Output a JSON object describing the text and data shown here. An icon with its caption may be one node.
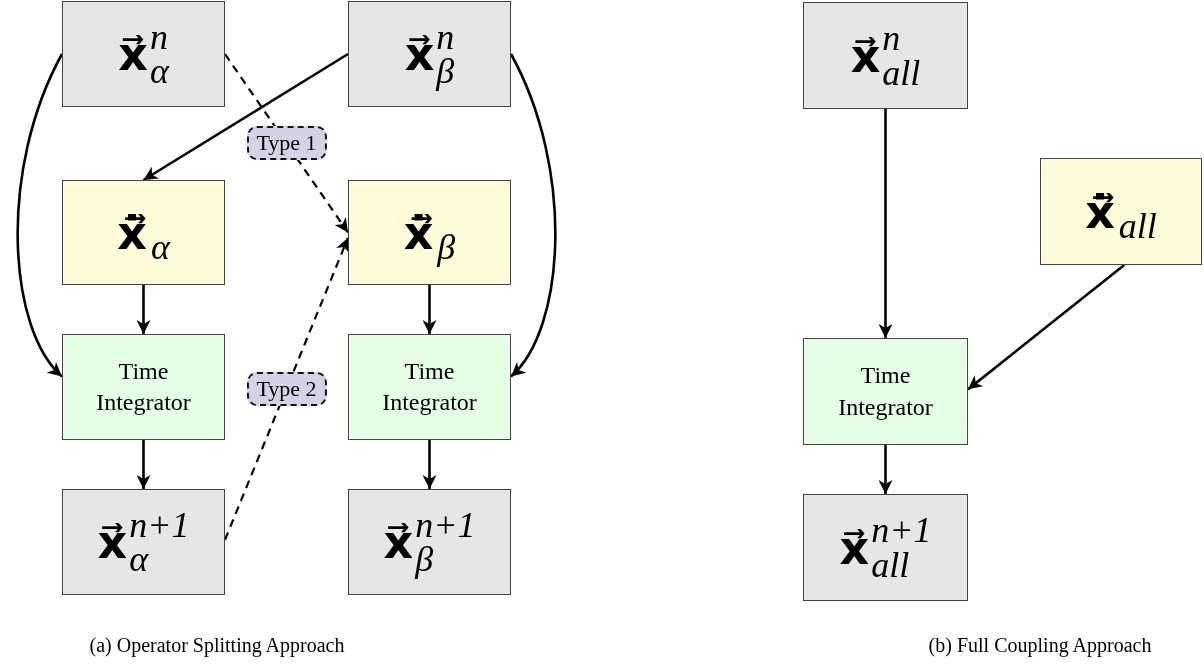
{
  "diagram": {
    "nodes": [
      {
        "text": [
          "**x⃗**$^{n}$$_{α}$"
        ]
      },
      {
        "text": [
          "**x⃗**$^{n}$$_{β}$"
        ]
      },
      {
        "text": [
          "**ẋ⃗**$_{α}$"
        ]
      },
      {
        "text": [
          "**ẋ⃗**$_{β}$"
        ]
      },
      {
        "text": [
          "Time Integrator"
        ]
      },
      {
        "text": [
          "Time Integrator"
        ]
      },
      {
        "text": [
          "**x⃗**$^{n+1}$$_{α}$"
        ]
      },
      {
        "text": [
          "**x⃗**$^{n+1}$$_{β}$"
        ]
      },
      {
        "text": [
          "**x⃗**$^{n}$$_{all}$"
        ]
      },
      {
        "text": [
          "**ẋ⃗**$_{all}$"
        ]
      },
      {
        "text": [
          "Time Integrator"
        ]
      },
      {
        "text": [
          "**x⃗**$^{n+1}$$_{all}$"
        ]
      }
    ],
    "edges": [
      {
        "from": 0,
        "to": 4,
        "arrow": "to"
      },
      {
        "from": 1,
        "to": 2,
        "arrow": "to"
      },
      {
        "from": 1,
        "to": 5,
        "arrow": "to"
      },
      {
        "from": 0,
        "to": 3,
        "arrow": "to",
        "label": "Type 1",
        "style": "dashed"
      },
      {
        "from": 2,
        "to": 4,
        "arrow": "to"
      },
      {
        "from": 3,
        "to": 5,
        "arrow": "to"
      },
      {
        "from": 4,
        "to": 6,
        "arrow": "to"
      },
      {
        "from": 5,
        "to": 7,
        "arrow": "to"
      },
      {
        "from": 6,
        "to": 3,
        "arrow": "to",
        "label": "Type 2",
        "style": "dashed"
      },
      {
        "from": 8,
        "to": 10,
        "arrow": "to"
      },
      {
        "from": 9,
        "to": 10,
        "arrow": "to"
      },
      {
        "from": 10,
        "to": 11,
        "arrow": "to"
      }
    ],
    "labels": [
      "(a) Operator Splitting Approach",
      "(b) Full Coupling Approach"
    ]
  }
}
